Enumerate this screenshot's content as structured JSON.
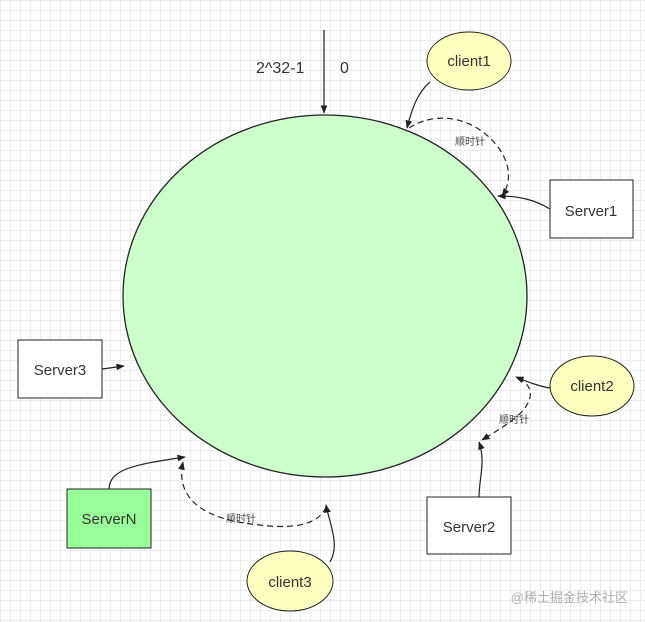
{
  "top_labels": {
    "left": "2^32-1",
    "right": "0"
  },
  "servers": [
    {
      "label": "Server1"
    },
    {
      "label": "Server2"
    },
    {
      "label": "Server3"
    },
    {
      "label": "ServerN"
    }
  ],
  "clients": [
    {
      "label": "client1"
    },
    {
      "label": "client2"
    },
    {
      "label": "client3"
    }
  ],
  "clockwise_label": "顺时针",
  "watermark": "@稀土掘金技术社区",
  "colors": {
    "ring_fill": "#ccffcc",
    "client_fill": "#ffffc0",
    "server_n_fill": "#99ff99",
    "server_fill": "#ffffff",
    "stroke": "#222222"
  }
}
